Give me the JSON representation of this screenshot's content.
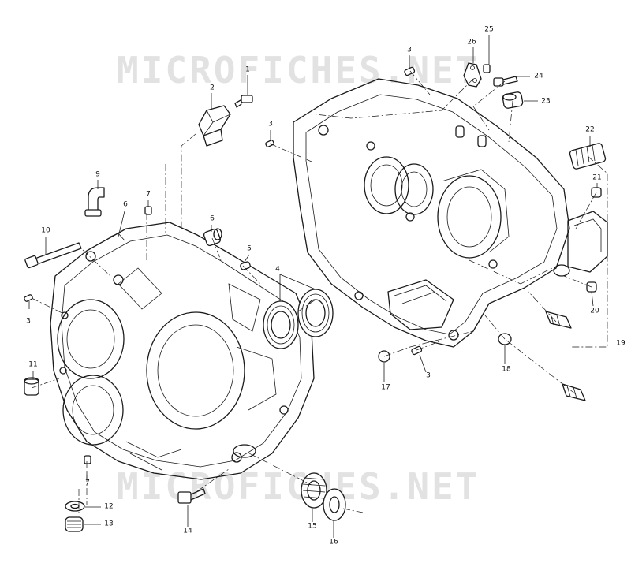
{
  "watermark": {
    "top": "MICROFICHES.NET",
    "bottom": "MICROFICHES.NET"
  },
  "callouts": [
    {
      "id": "c1",
      "label": "1"
    },
    {
      "id": "c2",
      "label": "2"
    },
    {
      "id": "c3a",
      "label": "3"
    },
    {
      "id": "c3b",
      "label": "3"
    },
    {
      "id": "c3c",
      "label": "3"
    },
    {
      "id": "c3d",
      "label": "3"
    },
    {
      "id": "c4",
      "label": "4"
    },
    {
      "id": "c5",
      "label": "5"
    },
    {
      "id": "c6a",
      "label": "6"
    },
    {
      "id": "c6b",
      "label": "6"
    },
    {
      "id": "c7a",
      "label": "7"
    },
    {
      "id": "c7b",
      "label": "7"
    },
    {
      "id": "c9",
      "label": "9"
    },
    {
      "id": "c10",
      "label": "10"
    },
    {
      "id": "c11",
      "label": "11"
    },
    {
      "id": "c12",
      "label": "12"
    },
    {
      "id": "c13",
      "label": "13"
    },
    {
      "id": "c14",
      "label": "14"
    },
    {
      "id": "c15",
      "label": "15"
    },
    {
      "id": "c16",
      "label": "16"
    },
    {
      "id": "c17",
      "label": "17"
    },
    {
      "id": "c18",
      "label": "18"
    },
    {
      "id": "c19",
      "label": "19"
    },
    {
      "id": "c20",
      "label": "20"
    },
    {
      "id": "c21",
      "label": "21"
    },
    {
      "id": "c22",
      "label": "22"
    },
    {
      "id": "c23",
      "label": "23"
    },
    {
      "id": "c24",
      "label": "24"
    },
    {
      "id": "c25",
      "label": "25"
    },
    {
      "id": "c26",
      "label": "26"
    }
  ]
}
